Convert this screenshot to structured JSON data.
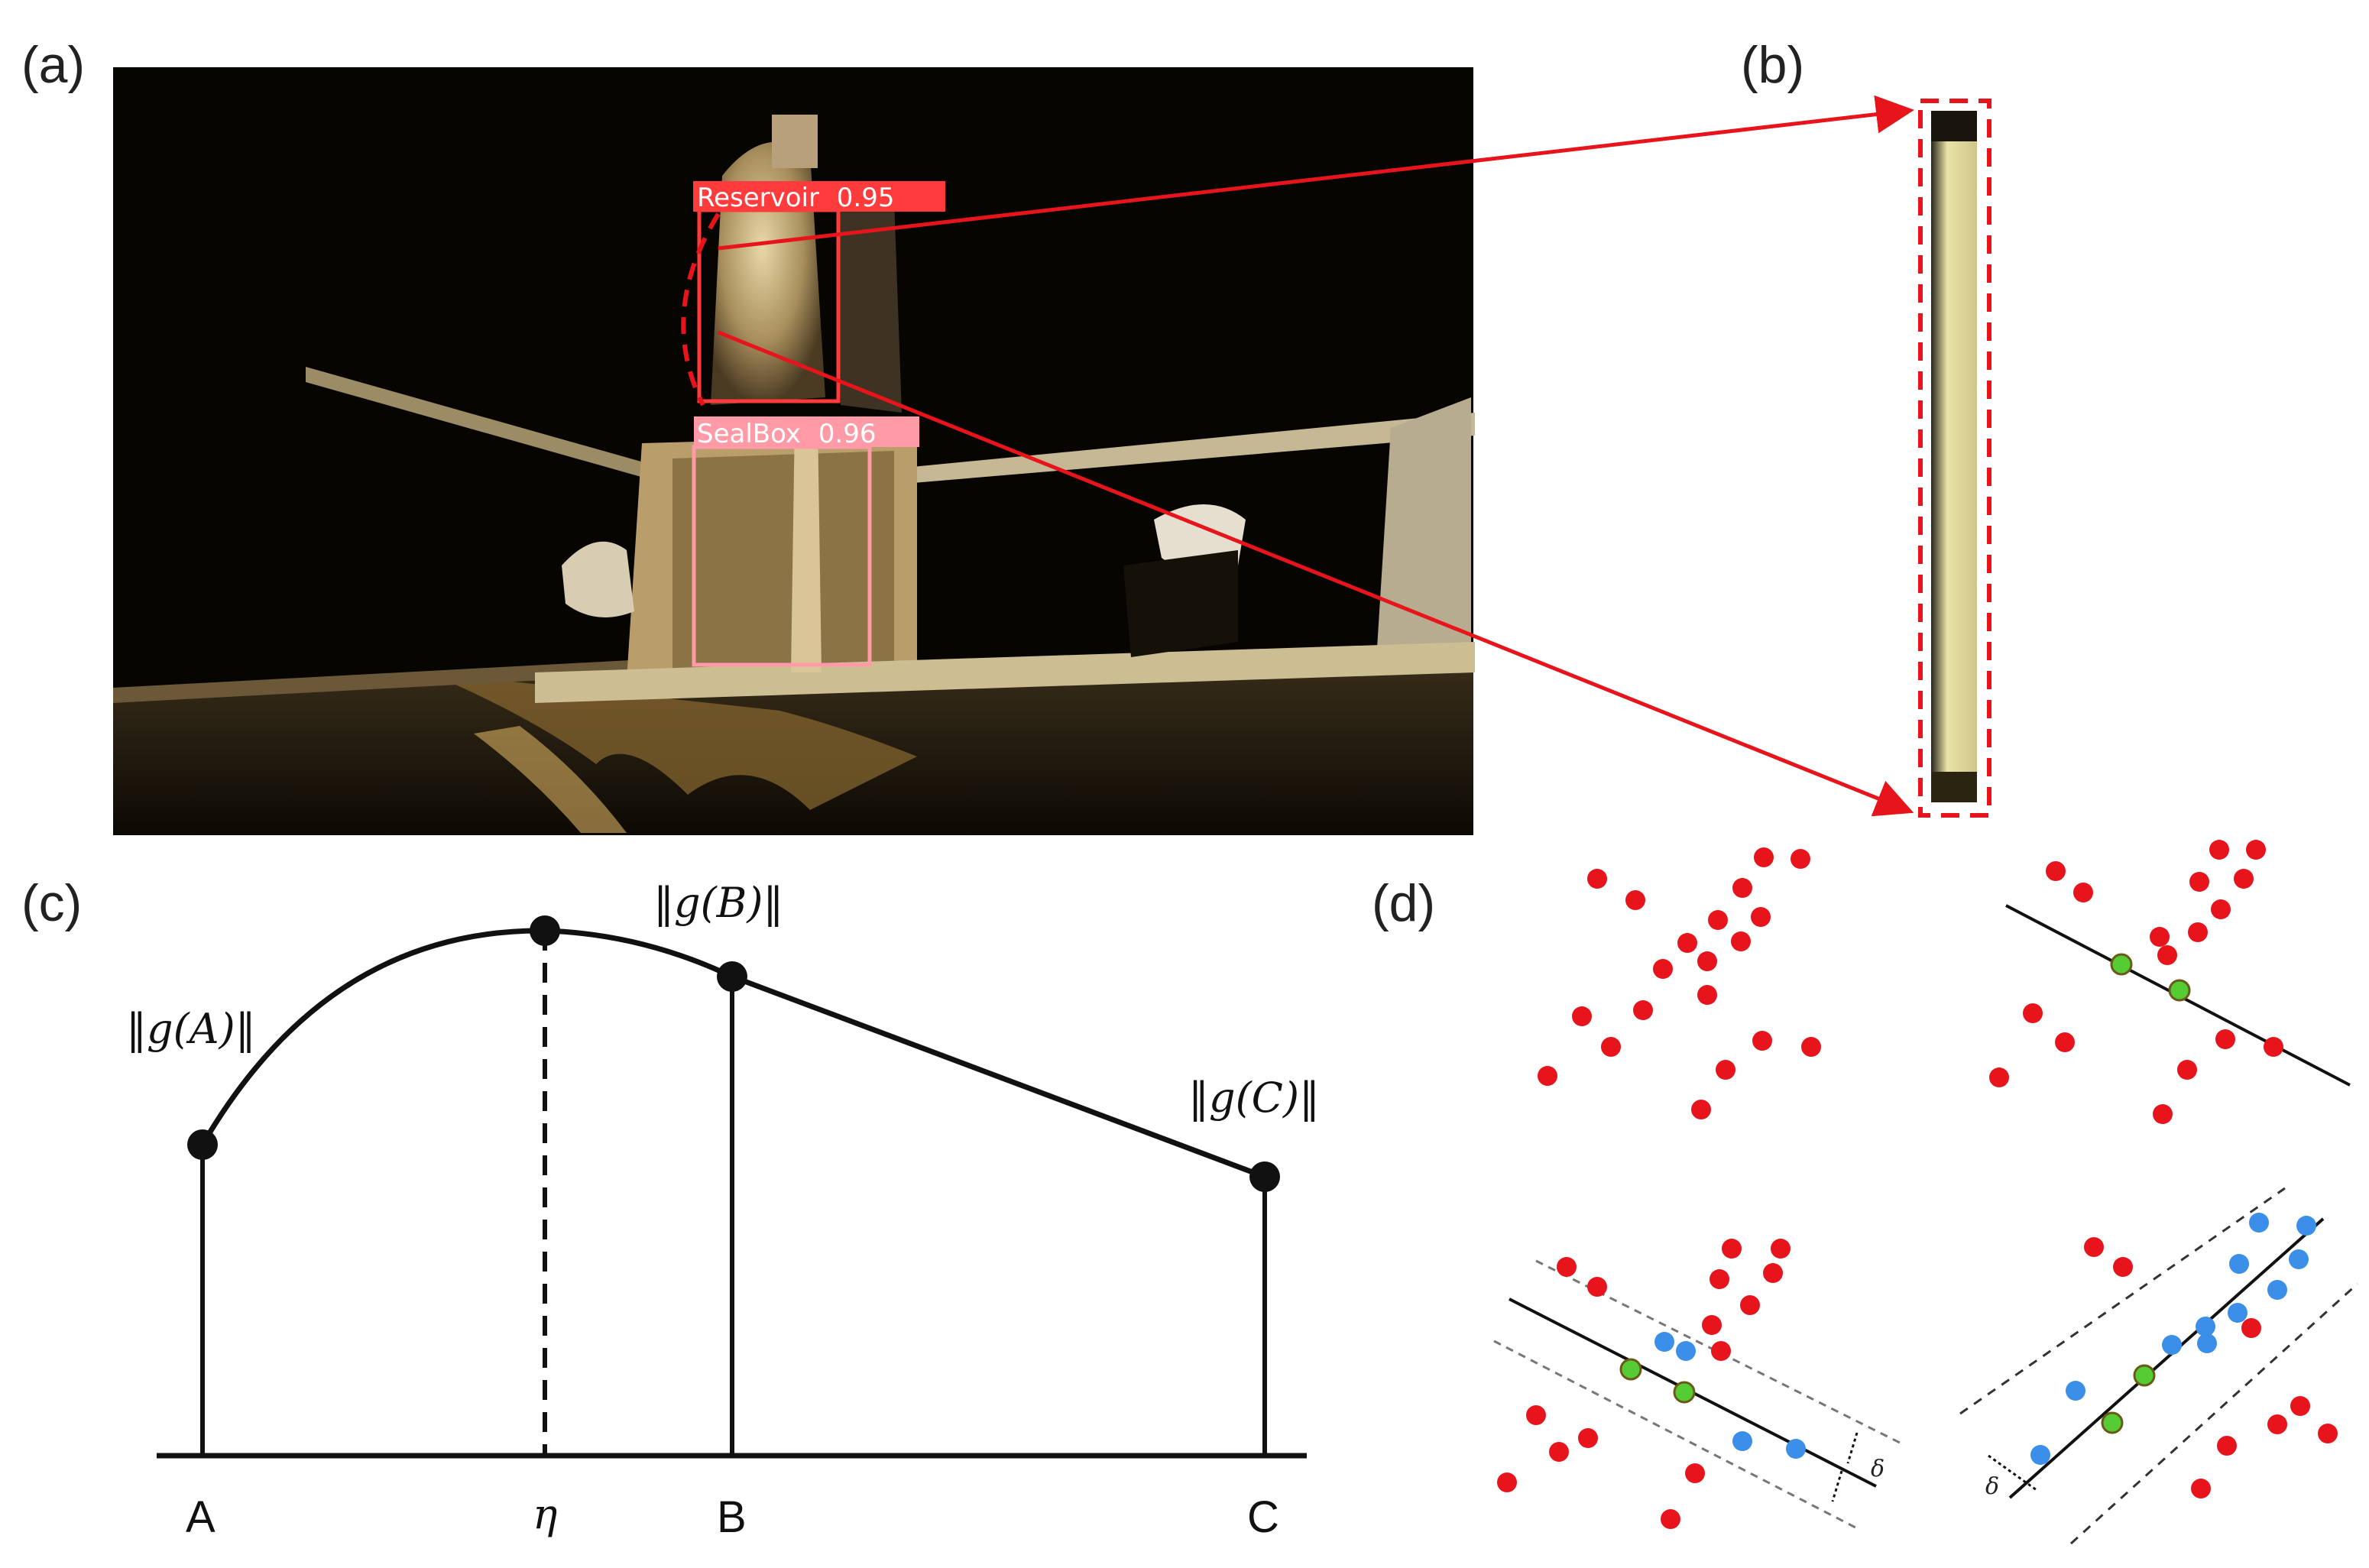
{
  "panels": {
    "a": "(a)",
    "b": "(b)",
    "c": "(c)",
    "d": "(d)"
  },
  "detections": [
    {
      "label": "Reservoir",
      "score": "0.95",
      "color": "#ff3b3b"
    },
    {
      "label": "SealBox",
      "score": "0.96",
      "color": "#ff9aa6"
    }
  ],
  "curve": {
    "label_A": "‖g(A)‖",
    "label_B": "‖g(B)‖",
    "label_C": "‖g(C)‖",
    "x_A": "A",
    "x_eta": "η",
    "x_B": "B",
    "x_C": "C"
  },
  "ransac": {
    "delta": "δ",
    "colors": {
      "outlier": "#e8141c",
      "inlier": "#3b8fe8",
      "sample": "#55cc33"
    }
  }
}
